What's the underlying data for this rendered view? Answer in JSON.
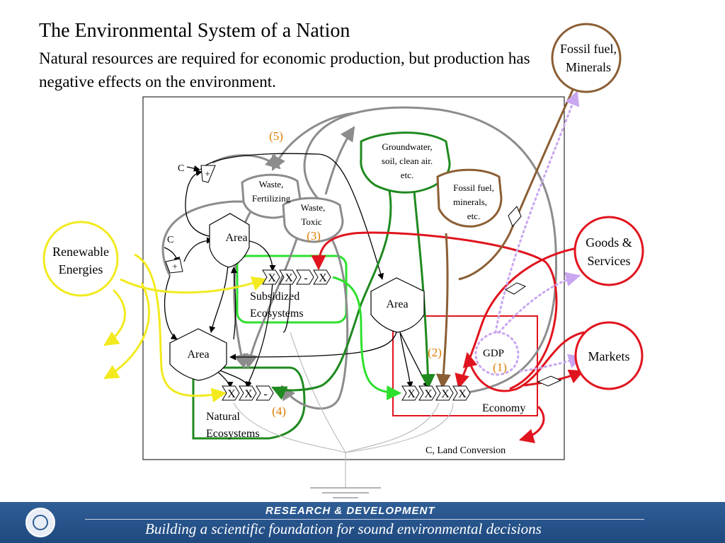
{
  "header": {
    "title": "The Environmental System of a Nation",
    "subtitle": "Natural resources are required for economic production, but production has negative effects on the environment."
  },
  "nodes": {
    "fossil_outside": [
      "Fossil fuel,",
      "Minerals"
    ],
    "renewable": [
      "Renewable",
      "Energies"
    ],
    "goods": [
      "Goods &",
      "Services"
    ],
    "markets": "Markets",
    "groundwater": [
      "Groundwater,",
      "soil, clean air.",
      "etc."
    ],
    "fossil_inside": [
      "Fossil fuel,",
      "minerals,",
      "etc."
    ],
    "waste_fertilizing": [
      "Waste,",
      "Fertilizing"
    ],
    "waste_toxic": [
      "Waste,",
      "Toxic"
    ],
    "area_top": "Area",
    "area_mid": "Area",
    "area_bottom": "Area",
    "subsidized": [
      "Subsidized",
      "Ecosystems"
    ],
    "natural": [
      "Natural",
      "Ecosystems"
    ],
    "economy": "Economy",
    "gdp": "GDP",
    "land_conversion": "C, Land Conversion",
    "c_top": "C",
    "c_mid": "C"
  },
  "operators": {
    "subsidized_row": [
      "X",
      "X",
      "-",
      "X"
    ],
    "natural_row": [
      "X",
      "X",
      "-"
    ],
    "economy_row": [
      "X",
      "X",
      "X",
      "X"
    ],
    "plus": "+"
  },
  "markers": [
    "(1)",
    "(2)",
    "(3)",
    "(4)",
    "(5)"
  ],
  "footer": {
    "heading": "RESEARCH &  DEVELOPMENT",
    "tagline": "Building a scientific foundation for sound environmental decisions"
  },
  "colors": {
    "gray": "#8c8c8c",
    "brown": "#8b5e34",
    "red": "#e0141e",
    "green": "#1f8a1f",
    "lightgreen": "#2ee02e",
    "yellow": "#f2ea1e",
    "lilac": "#c9a6f0",
    "marker": "#e07b00",
    "footer_bg": "#2f5d96"
  }
}
